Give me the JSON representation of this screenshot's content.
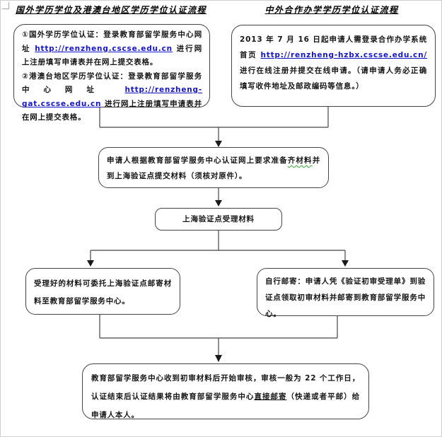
{
  "colors": {
    "link": "#1414cc",
    "text": "#161616",
    "border": "#454545",
    "wavy": "#2faa2f",
    "title": "#000000"
  },
  "titles": {
    "left": "国外学历学位及港澳台地区学历学位认证流程",
    "right": "中外合作办学学历学位认证流程"
  },
  "flowchart": {
    "overseas_registration": {
      "paragraphs": [
        [
          {
            "t": "①国外学历学位认证：登录教育部留学服务中心网址 "
          },
          {
            "t": "http://renzheng.cscse.edu.cn",
            "link": true
          },
          {
            "t": " 进行网上注册填写申请表并在网上提交表格。"
          }
        ],
        [
          {
            "t": "②港澳台地区学历学位认证：登录教育部留学服务中心网址 "
          },
          {
            "t": "http://renzheng-gat.cscse.edu.cn",
            "link": true
          },
          {
            "t": " 进行网上注册填写申请表并在网上提交表格。"
          }
        ]
      ]
    },
    "joint_program_registration": {
      "paragraphs": [
        [
          {
            "t": "2013 年 7 月 16 日起申请人需登录合作办学系统首页 "
          },
          {
            "t": "http://renzheng-hzbx.cscse.edu.cn/",
            "link": true
          },
          {
            "t": "进行在线注册并提交在线申请。（请申请人务必正确填写收件地址及邮政编码等信息。）"
          }
        ]
      ]
    },
    "prepare_materials": {
      "paragraphs": [
        [
          {
            "t": "申请人根据教育部留学服务中心认证网上要求准备"
          },
          {
            "t": "齐材料",
            "wavy": true
          },
          {
            "t": "并到上海验证点提交材料（须核对原件）。"
          }
        ]
      ]
    },
    "acceptance": {
      "paragraphs": [
        [
          {
            "t": "上海验证点受理材料"
          }
        ]
      ]
    },
    "entrust_mailing": {
      "paragraphs": [
        [
          {
            "t": "受理好的材料可委托上海验证点邮寄材料至教育部留学服务中心。"
          }
        ]
      ]
    },
    "self_mailing": {
      "paragraphs": [
        [
          {
            "t": "自行邮寄：申请人凭《验证初审受理单》到验证点领取初审材料并邮寄到教育部留学服务中心。"
          }
        ]
      ]
    },
    "review_result": {
      "paragraphs": [
        [
          {
            "t": "教育部留学服务中心收到初审材料后开始审核，审核一般为 22 个工作日，认证结束后认证结果将由教育部留学服务中心"
          },
          {
            "t": "直接邮寄",
            "u": true
          },
          {
            "t": "（快递或者平邮）给申请人本人。"
          }
        ]
      ]
    }
  }
}
